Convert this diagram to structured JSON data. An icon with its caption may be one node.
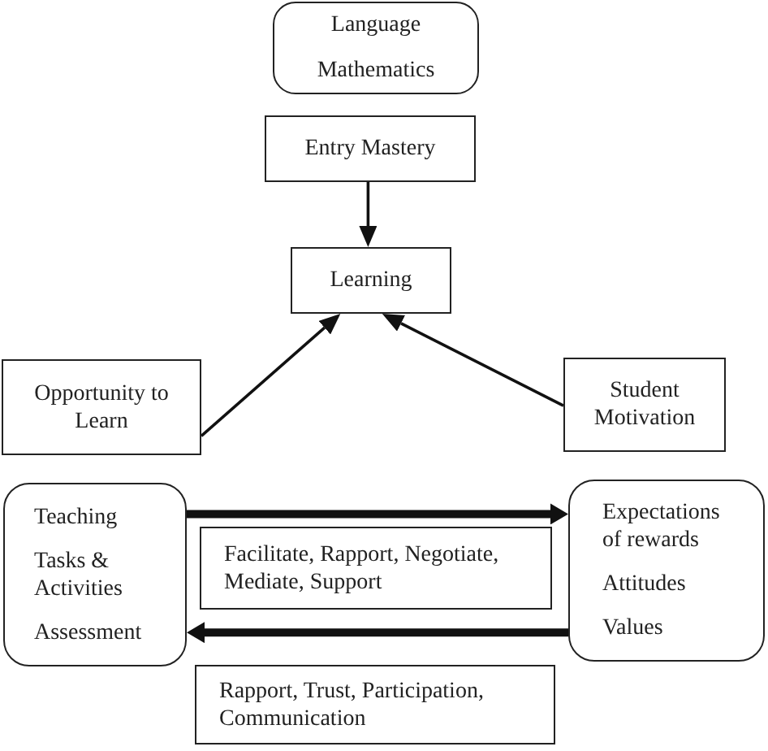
{
  "diagram": {
    "nodes": [
      {
        "text": [
          "Language",
          "Mathematics"
        ]
      },
      {
        "text": [
          "Entry Mastery"
        ]
      },
      {
        "text": [
          "Learning"
        ]
      },
      {
        "text": [
          "Opportunity to Learn"
        ]
      },
      {
        "text": [
          "Student Motivation"
        ]
      },
      {
        "text": [
          "Teaching",
          "Tasks & Activities",
          "Assessment"
        ]
      },
      {
        "text": [
          "Facilitate, Rapport, Negotiate, Mediate, Support"
        ]
      },
      {
        "text": [
          "Expectations of rewards",
          "Attitudes",
          "Values"
        ]
      },
      {
        "text": [
          "Rapport, Trust, Participation, Communication"
        ]
      }
    ],
    "edges": [
      {
        "from": 1,
        "to": 2,
        "arrow": "to"
      },
      {
        "from": 3,
        "to": 2,
        "arrow": "to"
      },
      {
        "from": 4,
        "to": 2,
        "arrow": "to"
      },
      {
        "from": 5,
        "to": 7,
        "arrow": "to",
        "style": "thick"
      },
      {
        "from": 7,
        "to": 5,
        "arrow": "to",
        "style": "thick"
      }
    ]
  }
}
